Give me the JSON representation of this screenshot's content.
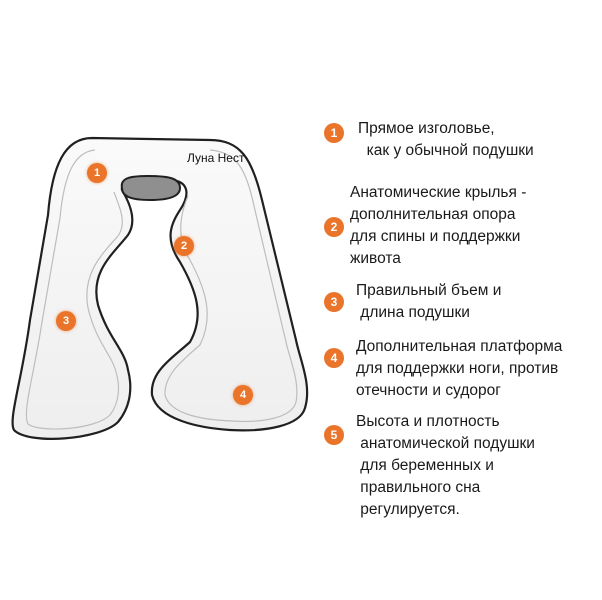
{
  "brand": "Луна Нест",
  "accent_color": "#e9742a",
  "features": [
    {
      "num": "1",
      "lines": [
        "Прямое изголовье,",
        "  как у обычной подушки"
      ]
    },
    {
      "num": "2",
      "lines": [
        "Анатомические крылья -",
        "дополнительная опора",
        "для спины и поддержки",
        "живота"
      ]
    },
    {
      "num": "3",
      "lines": [
        "Правильный бъем и",
        " длина подушки"
      ]
    },
    {
      "num": "4",
      "lines": [
        "Дополнительная платформа",
        "для поддержки ноги, против",
        "отечности и судорог"
      ]
    },
    {
      "num": "5",
      "lines": [
        "Высота и плотность",
        " анатомической подушки",
        " для беременных и",
        " правильного сна",
        " регулируется."
      ]
    }
  ],
  "markers": [
    {
      "num": "1"
    },
    {
      "num": "2"
    },
    {
      "num": "3"
    },
    {
      "num": "4"
    }
  ]
}
